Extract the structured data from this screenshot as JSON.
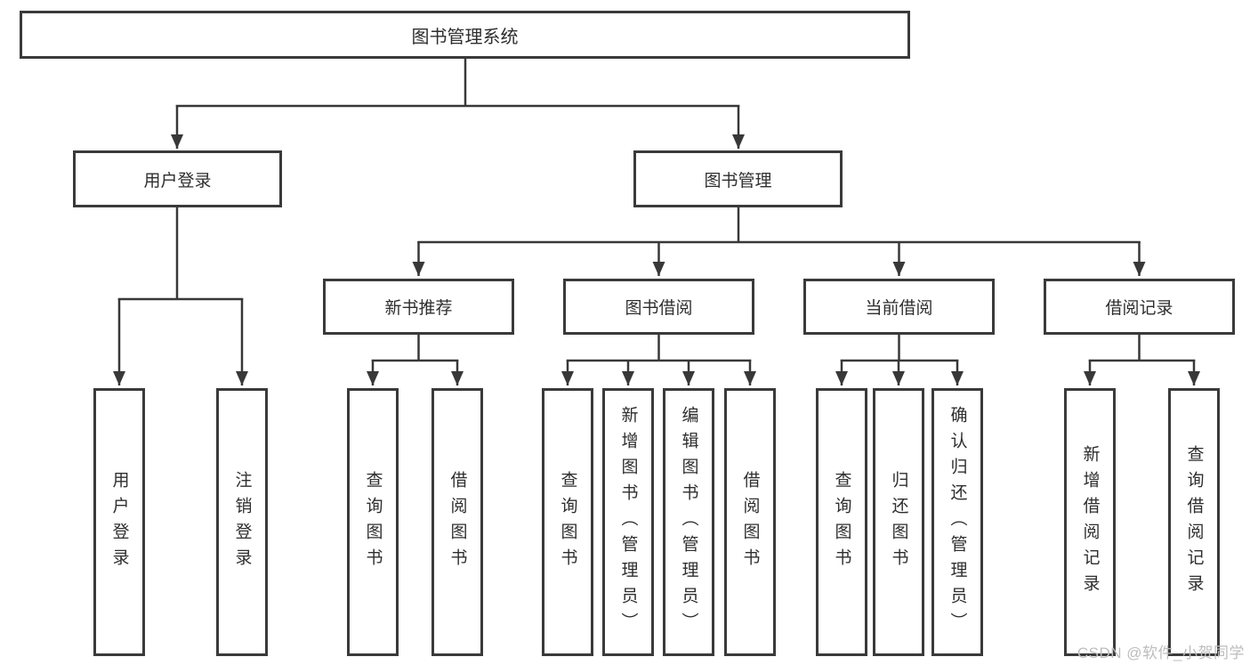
{
  "diagram_title": "图书管理系统",
  "watermark": "CSDN @软件_小贺同学",
  "colors": {
    "background": "#ffffff",
    "border": "#3a3a3a",
    "line": "#383838",
    "text": "#2e2e2e",
    "watermark_text": "#bdbdbd"
  },
  "nodes": {
    "root": {
      "label": "图书管理系统"
    },
    "level2": {
      "user_login": {
        "label": "用户登录"
      },
      "book_management": {
        "label": "图书管理"
      }
    },
    "level3": {
      "new_book_recommend": {
        "label": "新书推荐"
      },
      "book_borrow": {
        "label": "图书借阅"
      },
      "current_borrow": {
        "label": "当前借阅"
      },
      "borrow_record": {
        "label": "借阅记录"
      }
    },
    "leaves": {
      "user_login": {
        "label": "用户登录"
      },
      "logout": {
        "label": "注销登录"
      },
      "rec_query_book": {
        "label": "查询图书"
      },
      "rec_borrow_book": {
        "label": "借阅图书"
      },
      "bb_query_book": {
        "label": "查询图书"
      },
      "bb_add_book": {
        "label": "新增图书（管理员）"
      },
      "bb_edit_book": {
        "label": "编辑图书（管理员）"
      },
      "bb_borrow_book": {
        "label": "借阅图书"
      },
      "cb_query_book": {
        "label": "查询图书"
      },
      "cb_return_book": {
        "label": "归还图书"
      },
      "cb_confirm_return": {
        "label": "确认归还（管理员）"
      },
      "br_add_record": {
        "label": "新增借阅记录"
      },
      "br_query_record": {
        "label": "查询借阅记录"
      }
    }
  },
  "hierarchy": [
    {
      "parent": "图书管理系统",
      "children": [
        "用户登录",
        "图书管理"
      ]
    },
    {
      "parent": "用户登录",
      "children": [
        "用户登录",
        "注销登录"
      ]
    },
    {
      "parent": "图书管理",
      "children": [
        "新书推荐",
        "图书借阅",
        "当前借阅",
        "借阅记录"
      ]
    },
    {
      "parent": "新书推荐",
      "children": [
        "查询图书",
        "借阅图书"
      ]
    },
    {
      "parent": "图书借阅",
      "children": [
        "查询图书",
        "新增图书（管理员）",
        "编辑图书（管理员）",
        "借阅图书"
      ]
    },
    {
      "parent": "当前借阅",
      "children": [
        "查询图书",
        "归还图书",
        "确认归还（管理员）"
      ]
    },
    {
      "parent": "借阅记录",
      "children": [
        "新增借阅记录",
        "查询借阅记录"
      ]
    }
  ]
}
